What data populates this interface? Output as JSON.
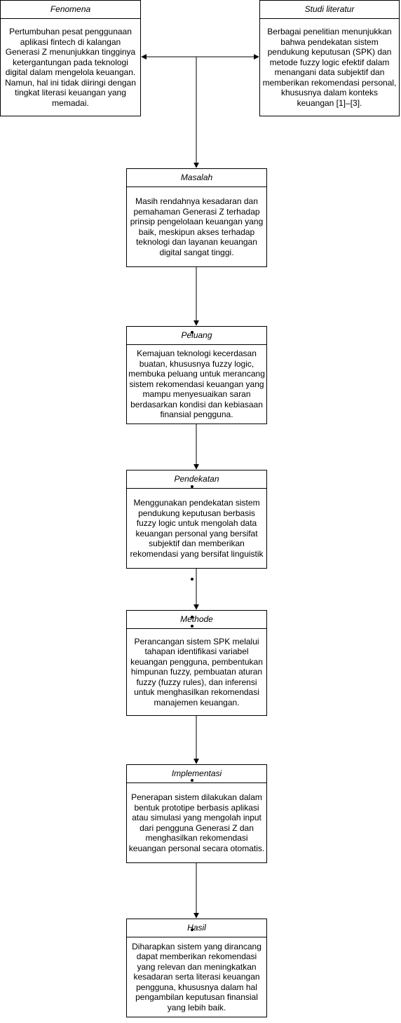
{
  "nodes": {
    "fenomena": {
      "title": "Fenomena",
      "text": "Pertumbuhan pesat penggunaan aplikasi fintech di kalangan Generasi Z menunjukkan tingginya ketergantungan pada teknologi digital dalam mengelola keuangan. Namun, hal ini tidak diiringi dengan tingkat literasi keuangan yang memadai."
    },
    "studi": {
      "title": "Studi literatur",
      "text": "Berbagai penelitian menunjukkan bahwa pendekatan sistem pendukung keputusan (SPK) dan metode fuzzy logic efektif dalam menangani data subjektif dan memberikan rekomendasi personal, khususnya dalam konteks keuangan [1]–[3]."
    },
    "masalah": {
      "title": "Masalah",
      "text": "Masih rendahnya kesadaran dan pemahaman Generasi Z terhadap prinsip pengelolaan keuangan yang baik, meskipun akses terhadap teknologi dan layanan keuangan digital sangat tinggi."
    },
    "peluang": {
      "title": "Peluang",
      "text": "Kemajuan teknologi kecerdasan buatan, khususnya fuzzy logic, membuka peluang untuk merancang sistem rekomendasi keuangan yang mampu menyesuaikan saran berdasarkan kondisi dan kebiasaan finansial pengguna."
    },
    "pendekatan": {
      "title": "Pendekatan",
      "text": "Menggunakan pendekatan sistem pendukung keputusan berbasis fuzzy logic untuk mengolah data keuangan personal yang bersifat subjektif dan memberikan rekomendasi yang bersifat linguistik"
    },
    "methode": {
      "title": "Methode",
      "text": "Perancangan sistem SPK melalui tahapan identifikasi variabel keuangan pengguna, pembentukan himpunan fuzzy, pembuatan aturan fuzzy (fuzzy rules), dan inferensi untuk menghasilkan rekomendasi manajemen keuangan."
    },
    "implementasi": {
      "title": "Implementasi",
      "text": "Penerapan sistem dilakukan dalam bentuk prototipe berbasis aplikasi atau simulasi yang mengolah input dari pengguna Generasi Z dan menghasilkan rekomendasi keuangan personal secara otomatis."
    },
    "hasil": {
      "title": "Hasil",
      "text": "Diharapkan sistem yang dirancang dapat memberikan rekomendasi yang relevan dan meningkatkan kesadaran serta literasi keuangan pengguna, khususnya dalam hal pengambilan keputusan finansial yang lebih baik."
    }
  }
}
